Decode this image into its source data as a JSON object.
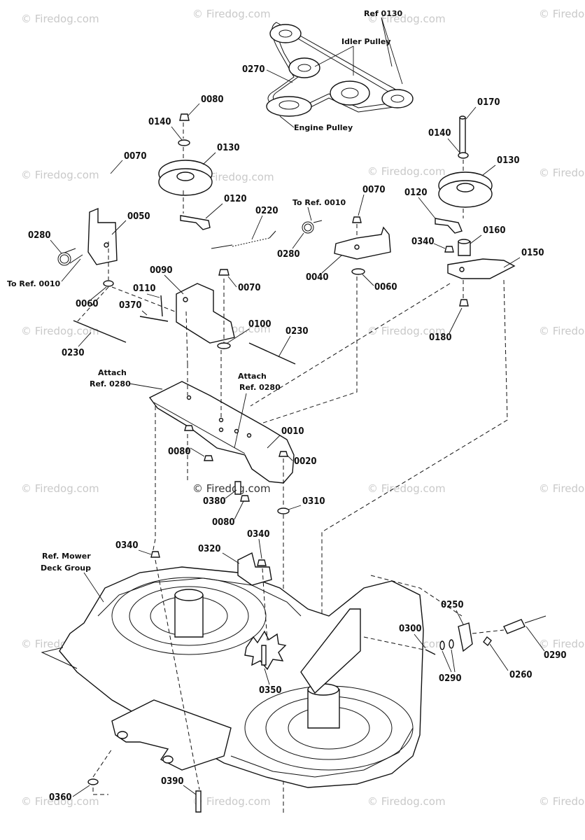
{
  "watermark": "© Firedog.com",
  "labels": {
    "ref0130": "Ref 0130",
    "idler_pulley": "Idler Pulley",
    "engine_pulley": "Engine Pulley",
    "p0270": "0270",
    "p0080a": "0080",
    "p0140a": "0140",
    "p0130a": "0130",
    "p0070a": "0070",
    "p0120a": "0120",
    "p0220": "0220",
    "p0050": "0050",
    "p0280a": "0280",
    "to_ref_0010a": "To Ref. 0010",
    "p0060a": "0060",
    "p0090": "0090",
    "p0110": "0110",
    "p0370": "0370",
    "p0070b": "0070",
    "p0100": "0100",
    "p0230a": "0230",
    "p0230b": "0230",
    "to_ref_0010b": "To Ref. 0010",
    "p0070c": "0070",
    "p0280b": "0280",
    "p0040": "0040",
    "p0060b": "0060",
    "p0170": "0170",
    "p0140b": "0140",
    "p0130b": "0130",
    "p0120b": "0120",
    "p0340a": "0340",
    "p0160": "0160",
    "p0150": "0150",
    "p0180": "0180",
    "attach_a": "Attach",
    "attach_ref_a": "Ref. 0280",
    "attach_b": "Attach",
    "attach_ref_b": "Ref. 0280",
    "p0010": "0010",
    "p0020": "0020",
    "p0080b": "0080",
    "p0380": "0380",
    "p0080c": "0080",
    "p0310": "0310",
    "ref_mower": "Ref. Mower",
    "deck_group": "Deck Group",
    "p0340b": "0340",
    "p0320": "0320",
    "p0340c": "0340",
    "p0250": "0250",
    "p0300": "0300",
    "p0290a": "0290",
    "p0290b": "0290",
    "p0260": "0260",
    "p0350": "0350",
    "p0360": "0360",
    "p0390": "0390"
  }
}
